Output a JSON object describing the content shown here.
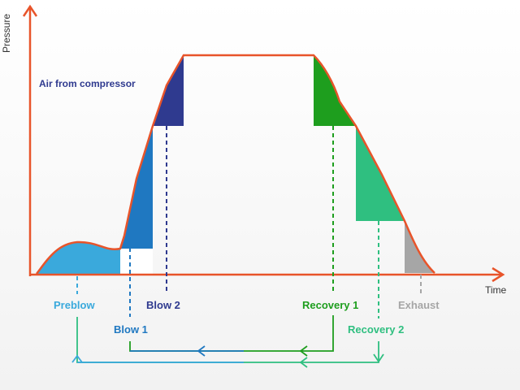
{
  "axes": {
    "y_label": "Pressure",
    "x_label": "Time"
  },
  "annotation": "Air from compressor",
  "phases": [
    {
      "key": "preblow",
      "label": "Preblow",
      "color": "#3aa9dc"
    },
    {
      "key": "blow1",
      "label": "Blow 1",
      "color": "#1f78c1"
    },
    {
      "key": "blow2",
      "label": "Blow 2",
      "color": "#2f3a8f"
    },
    {
      "key": "recovery1",
      "label": "Recovery 1",
      "color": "#1e9e1e"
    },
    {
      "key": "recovery2",
      "label": "Recovery 2",
      "color": "#2fbf80"
    },
    {
      "key": "exhaust",
      "label": "Exhaust",
      "color": "#a6a6a6"
    }
  ],
  "colors": {
    "axis": "#e8542a",
    "curve": "#e8542a",
    "annotation": "#2f3a8f"
  }
}
